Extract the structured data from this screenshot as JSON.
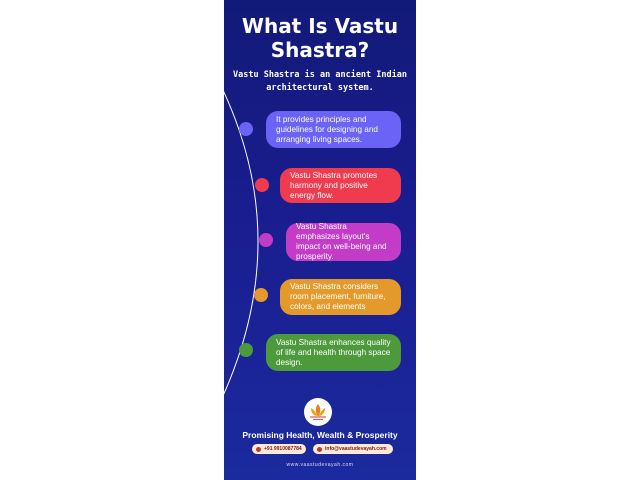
{
  "title": "What Is Vastu Shastra?",
  "subtitle": "Vastu Shastra is an ancient Indian architectural system.",
  "points": [
    {
      "text": "It provides principles and guidelines for designing and arranging living spaces.",
      "color": "#6b63f5"
    },
    {
      "text": "Vastu Shastra promotes harmony and positive energy flow.",
      "color": "#f03a4e"
    },
    {
      "text": "Vastu Shastra emphasizes layout's impact on well-being and prosperity.",
      "color": "#c23cc8"
    },
    {
      "text": "Vastu Shastra considers room placement, furniture, colors, and elements",
      "color": "#e39a2b"
    },
    {
      "text": "Vastu Shastra enhances quality of life and health through space design.",
      "color": "#4c9a3c"
    }
  ],
  "tagline": "Promising Health, Wealth & Prosperity",
  "phone": "+91 9910087784",
  "email": "info@vaastudevayah.com",
  "website": "www.vaastudevayah.com",
  "colors": {
    "background_top": "#121a78",
    "background_bottom": "#1b2a9e",
    "contact_bg": "#fde9d8"
  },
  "logo_icon": "lotus-logo-icon"
}
